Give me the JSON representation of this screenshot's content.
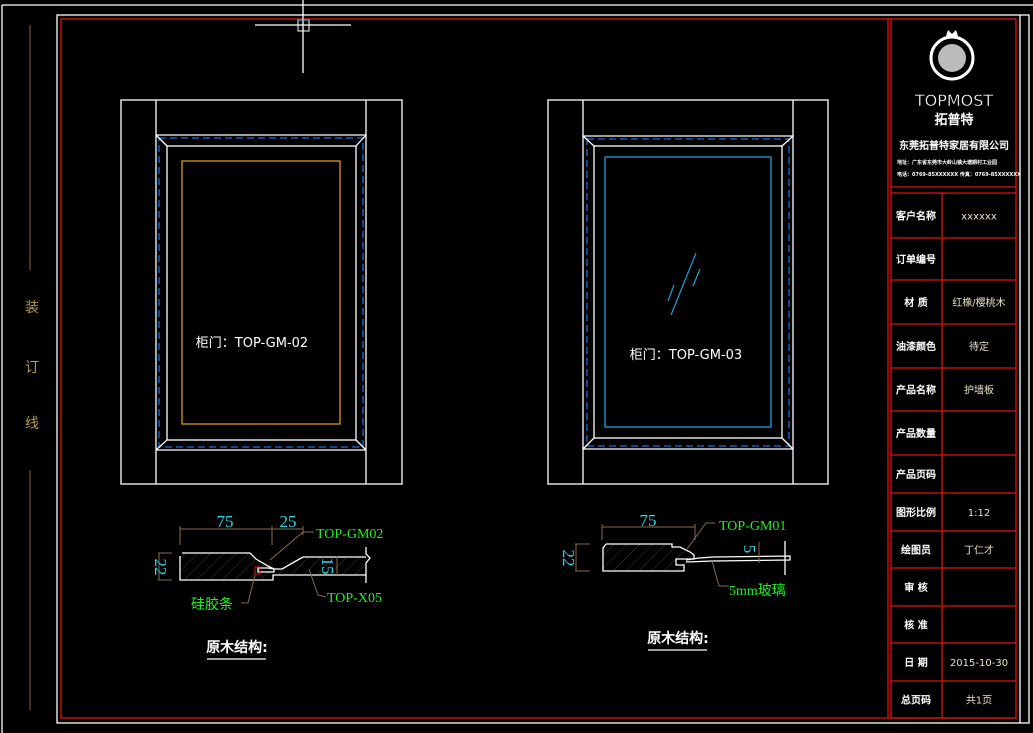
{
  "binding_margin": {
    "chars": [
      "装",
      "订",
      "线"
    ]
  },
  "doors": [
    {
      "label": "柜门：TOP-GM-02"
    },
    {
      "label": "柜门：TOP-GM-03"
    }
  ],
  "sections": [
    {
      "title": "原木结构:",
      "dims": [
        "75",
        "25",
        "22",
        "15"
      ],
      "callouts": [
        "TOP-GM02",
        "TOP-X05",
        "硅胶条"
      ]
    },
    {
      "title": "原木结构:",
      "dims": [
        "75",
        "22",
        "5"
      ],
      "callouts": [
        "TOP-GM01",
        "5mm玻璃"
      ]
    }
  ],
  "title_block": {
    "brand": "TOPMOST",
    "brand_cn": "拓普特",
    "company": "东莞拓普特家居有限公司",
    "address": "地址：广东省东莞市大岭山镇大塘朗村工业园",
    "phone": "电话：0769-85XXXXXX  传真：0769-85XXXXXX",
    "rows": [
      {
        "label": "客户名称",
        "value": "xxxxxx"
      },
      {
        "label": "订单编号",
        "value": ""
      },
      {
        "label": "材  质",
        "value": "红橡/樱桃木"
      },
      {
        "label": "油漆颜色",
        "value": "待定"
      },
      {
        "label": "产品名称",
        "value": "护墙板"
      },
      {
        "label": "产品数量",
        "value": ""
      },
      {
        "label": "产品页码",
        "value": ""
      },
      {
        "label": "图形比例",
        "value": "1:12"
      },
      {
        "label": "绘图员",
        "value": "丁仁才"
      },
      {
        "label": "审  核",
        "value": ""
      },
      {
        "label": "核  准",
        "value": ""
      },
      {
        "label": "日  期",
        "value": "2015-10-30"
      },
      {
        "label": "总页码",
        "value": "共1页"
      }
    ]
  }
}
